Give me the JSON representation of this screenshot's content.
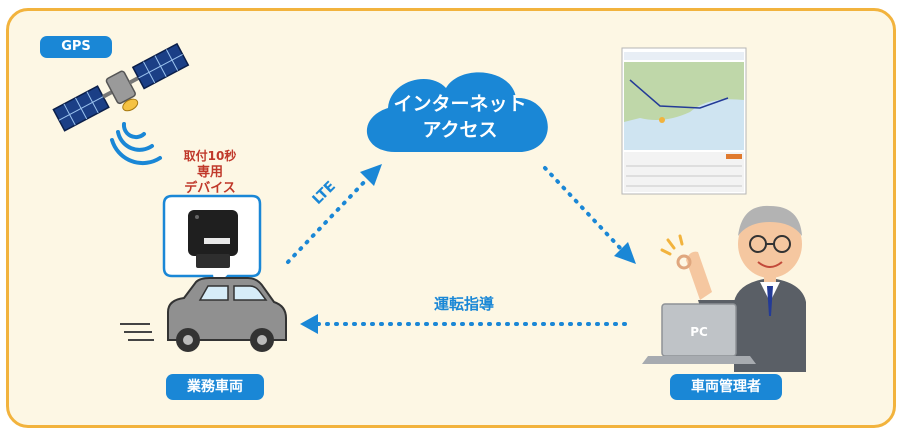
{
  "gps_label": "GPS",
  "device_caption": {
    "line1": "取付10秒",
    "line2": "専用",
    "line3": "デバイス"
  },
  "cloud_label": {
    "line1": "インターネット",
    "line2": "アクセス"
  },
  "link_lte": "LTE",
  "link_driving": "運転指導",
  "vehicle_label": "業務車両",
  "manager_label": "車両管理者",
  "pc_label": "PC",
  "colors": {
    "accent": "#1a87d6",
    "frame": "#f2b33d",
    "background": "#fdf7e4",
    "caption": "#c0392b"
  }
}
